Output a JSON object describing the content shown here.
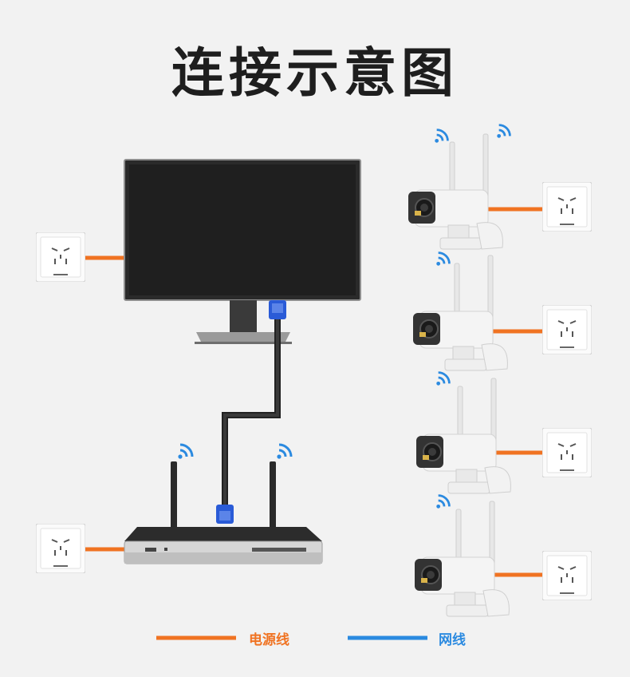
{
  "title": "连接示意图",
  "legend": {
    "power_label": "电源线",
    "network_label": "网线"
  },
  "colors": {
    "power_line": "#f07322",
    "network_line": "#2b8ae0",
    "wifi": "#2b8ae0",
    "vga_connector": "#2a5bd7",
    "title": "#1e1e1e"
  },
  "devices": {
    "monitor": "monitor",
    "nvr": "nvr-recorder",
    "cameras": [
      "wifi-camera-1",
      "wifi-camera-2",
      "wifi-camera-3",
      "wifi-camera-4"
    ],
    "sockets": [
      "power-socket-monitor",
      "power-socket-nvr",
      "power-socket-camera-1",
      "power-socket-camera-2",
      "power-socket-camera-3",
      "power-socket-camera-4"
    ]
  }
}
